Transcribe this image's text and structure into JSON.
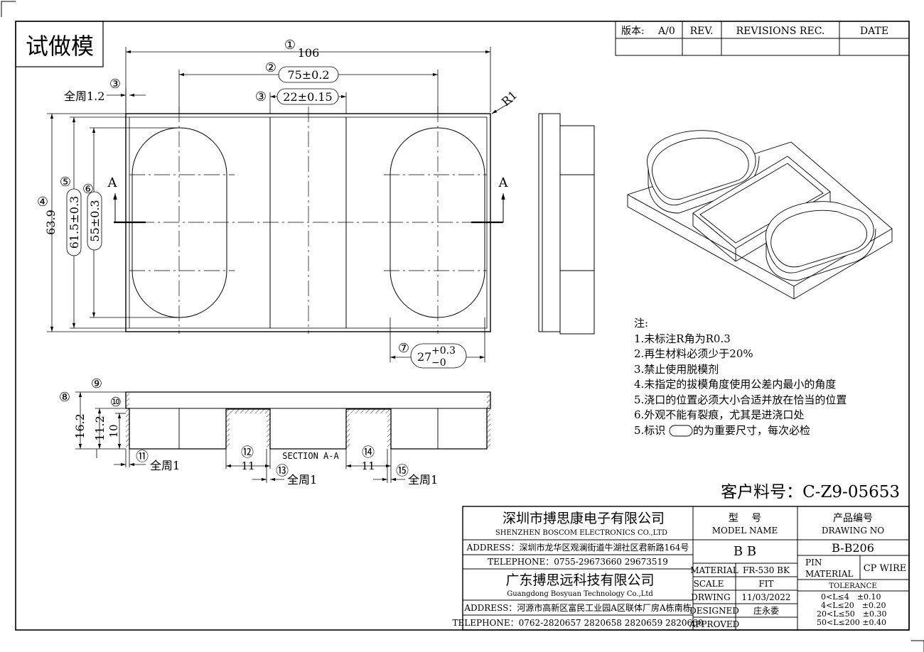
{
  "stamp": "试做模",
  "revision_block": {
    "version_label": "版本:",
    "version_value": "A/0",
    "rev_label": "REV.",
    "revisions_label": "REVISIONS REC.",
    "date_label": "DATE"
  },
  "dimensions": {
    "d1_mark": "①",
    "d1_value": "106",
    "d2_mark": "②",
    "d2_value": "75±0.2",
    "d3_mark": "③",
    "d3_value": "22±0.15",
    "d3a_mark": "③",
    "d3a_value": "全周1.2",
    "radius": "R1",
    "d4_mark": "④",
    "d4_value": "63.9",
    "d5_mark": "⑤",
    "d5_value": "61.5±0.3",
    "d6_mark": "⑥",
    "d6_value": "55±0.3",
    "d7_mark": "⑦",
    "d7_base": "27",
    "d7_plus": "+0.3",
    "d7_minus": "−0",
    "d8_mark": "⑧",
    "d8_value": "16.2",
    "d9_mark": "⑨",
    "d10_mark": "⑩",
    "d10_value": "10",
    "d11_2_value": "11.2",
    "d11_mark": "⑪",
    "d11_value": "全周1",
    "d12_mark": "⑫",
    "d12_value": "11",
    "d13_mark": "⑬",
    "d13_value": "全周1",
    "d14_mark": "⑭",
    "d14_value": "11",
    "d15_mark": "⑮",
    "d15_value": "全周1",
    "section_a_left": "A",
    "section_a_right": "A",
    "section_label": "SECTION A-A"
  },
  "notes": {
    "title": "注:",
    "items": [
      "1.未标注R角为R0.3",
      "2.再生材料必须少于20%",
      "3.禁止使用脱模剂",
      "4.未指定的拔模角度使用公差内最小的角度",
      "5.浇口的位置必须大小合适并放在恰当的位置",
      "6.外观不能有裂痕，尤其是进浇口处"
    ],
    "last_prefix": "5.标识",
    "last_suffix": "的为重要尺寸，每次必检"
  },
  "customer_part": "客户料号：C-Z9-05653",
  "title_block": {
    "company1_cn": "深圳市搏思康电子有限公司",
    "company1_en": "SHENZHEN BOSCOM ELECTRONICS CO.,LTD",
    "address1": "ADDRESS：深圳市龙华区观澜街道牛湖社区君新路164号",
    "telephone1": "TELEPHONE：0755-29673660 29673519",
    "company2_cn": "广东搏思远科技有限公司",
    "company2_en": "Guangdong Bosyuan Technology Co.,Ltd",
    "address2": "ADDRESS：河源市高新区富民工业园A区联体厂房A栋南栋",
    "telephone2": "TELEPHONE：0762-2820657 2820658 2820659 2820660",
    "model_label_cn": "型　 号",
    "model_label_en": "MODEL NAME",
    "model_value": "B B",
    "drawing_label_cn": "产品编号",
    "drawing_label_en": "DRAWING NO",
    "drawing_value": "B-B206",
    "material_label": "MATERIAL",
    "material_value": "FR-530 BK",
    "pin_label_1": "PIN",
    "pin_label_2": "MATERIAL",
    "pin_value": "CP WIRE",
    "scale_label": "SCALE",
    "scale_value": "FIT",
    "tolerance_label": "TOLERANCE",
    "drwing_label": "DRWING",
    "drwing_value": "11/03/2022",
    "designed_label": "DESIGNED",
    "designed_value": "庄永委",
    "approved_label": "APPROVED",
    "approved_value": "",
    "tolerances": [
      "0<L≤4　±0.10",
      "4<L≤20　±0.20",
      "20<L≤50　±0.30",
      "50<L≤200 ±0.40"
    ]
  }
}
